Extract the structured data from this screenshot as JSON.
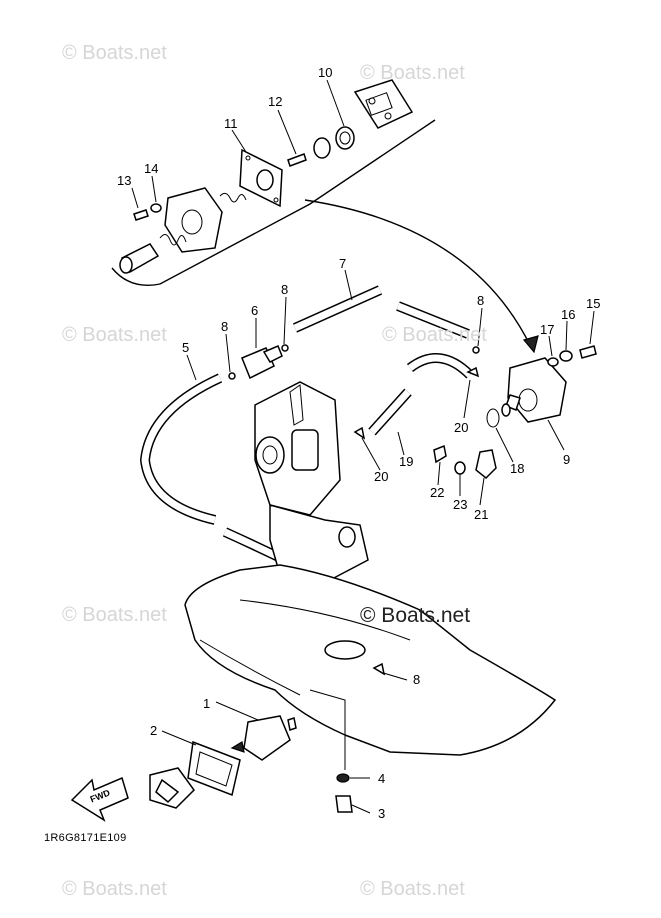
{
  "watermark": "© Boats.net",
  "diagram_code": "1R6G8171E109",
  "fwd_label": "FWD",
  "callouts": {
    "p1": "1",
    "p2": "2",
    "p3": "3",
    "p4": "4",
    "p5": "5",
    "p6": "6",
    "p7": "7",
    "p8a": "8",
    "p8b": "8",
    "p8c": "8",
    "p8d": "8",
    "p9": "9",
    "p10": "10",
    "p11": "11",
    "p12": "12",
    "p13": "13",
    "p14": "14",
    "p15": "15",
    "p16": "16",
    "p17": "17",
    "p18": "18",
    "p19": "19",
    "p20a": "20",
    "p20b": "20",
    "p21": "21",
    "p22": "22",
    "p23": "23"
  }
}
